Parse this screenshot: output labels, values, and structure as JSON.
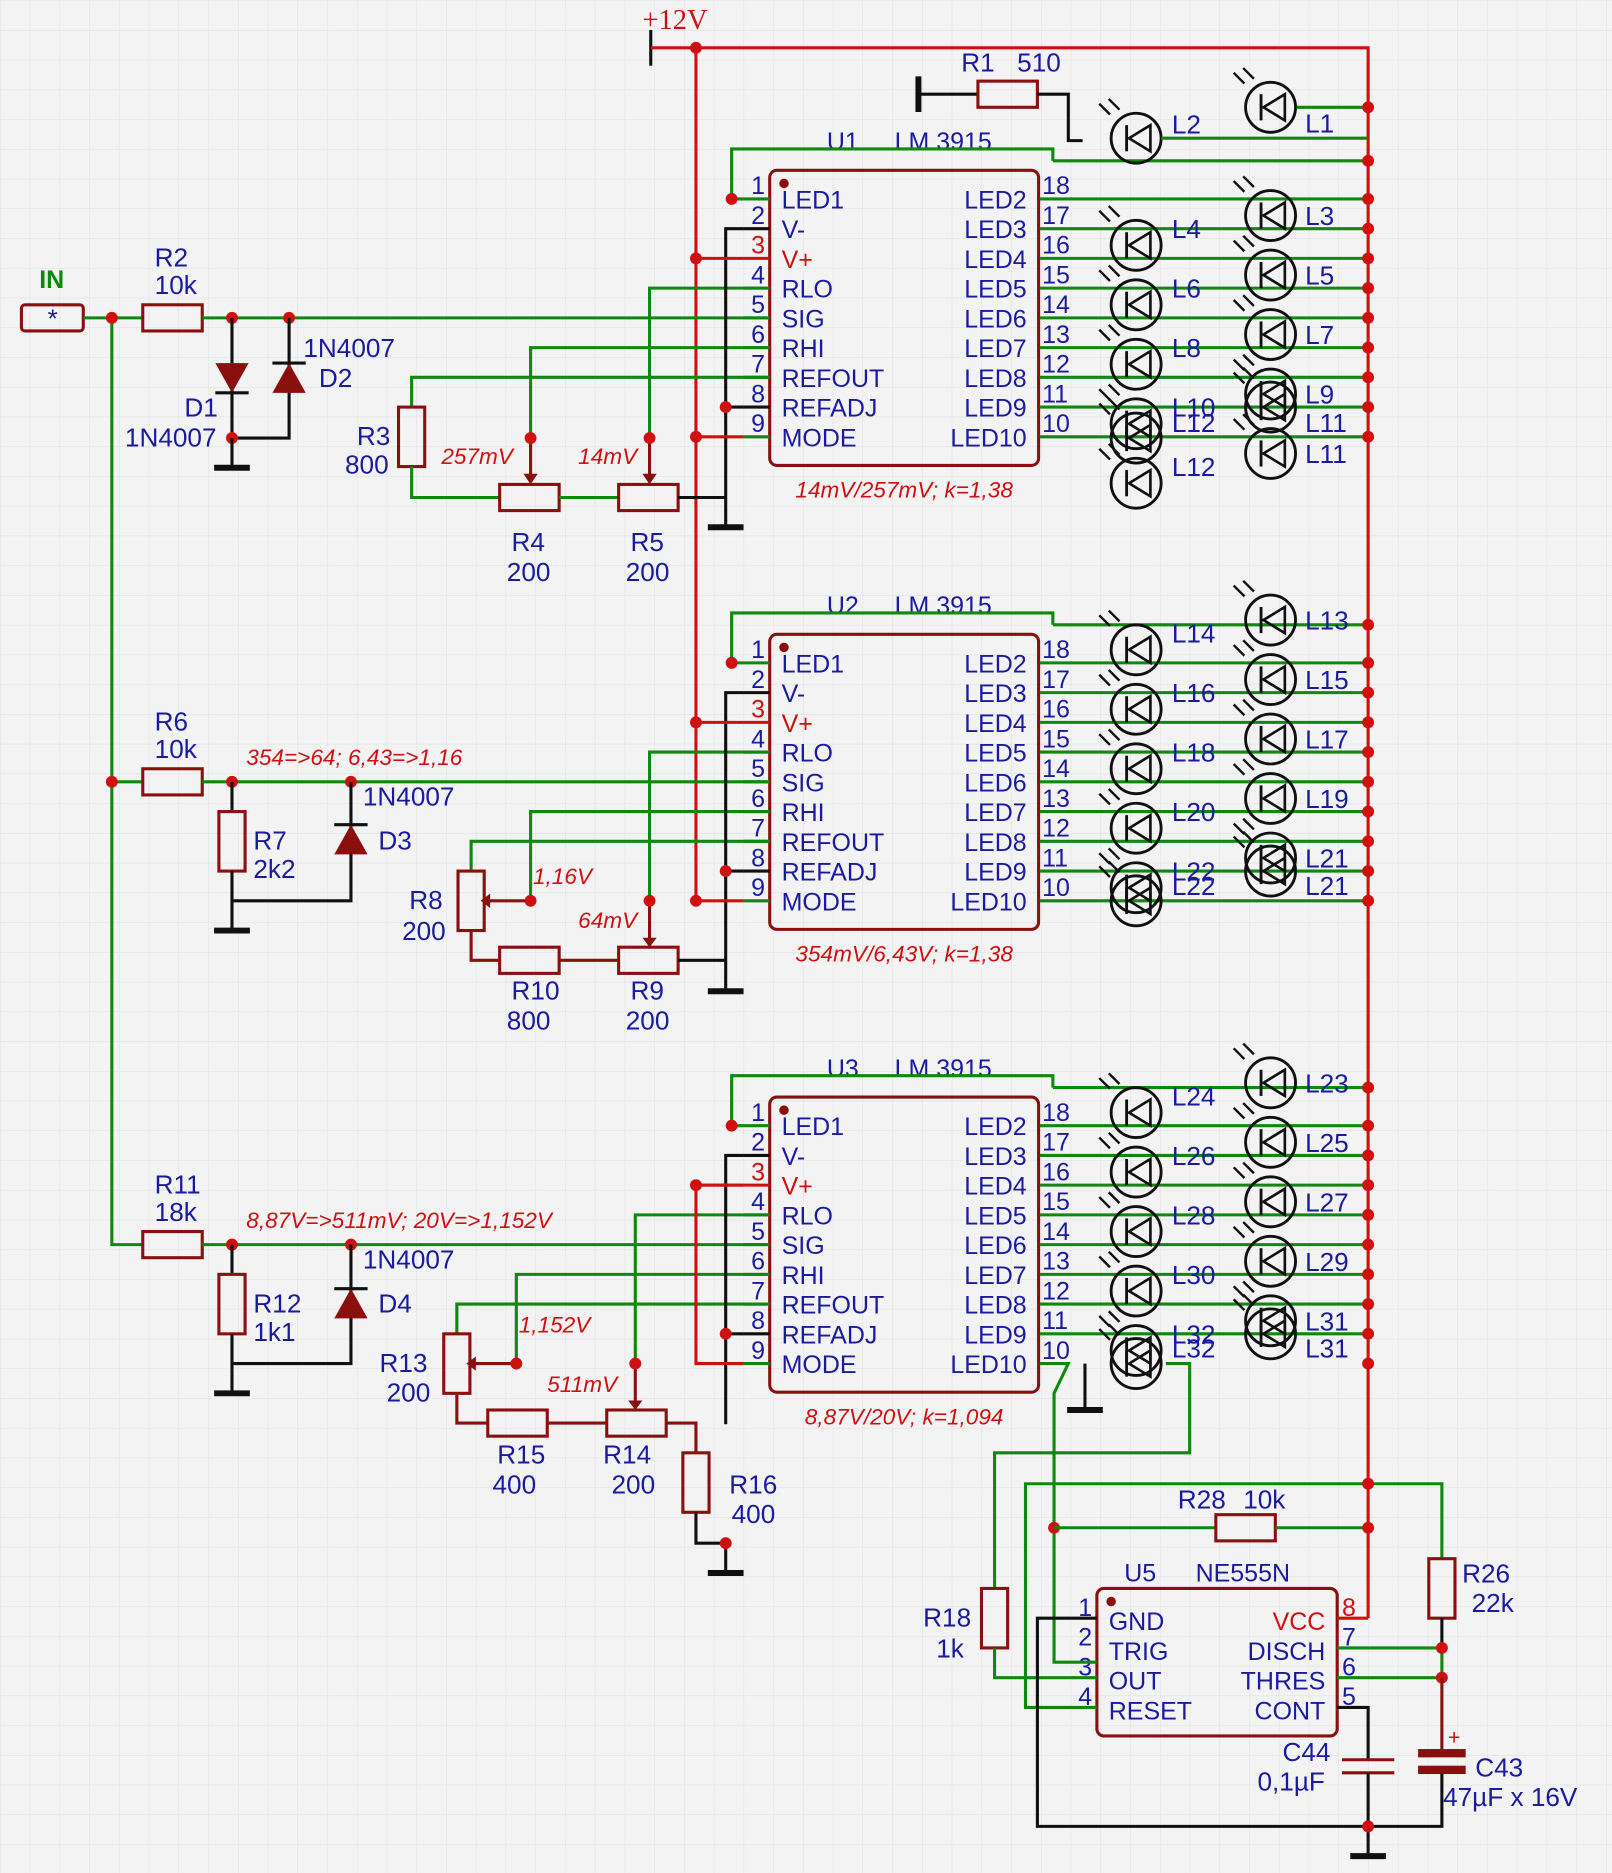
{
  "supply": "+12V",
  "input": {
    "label": "IN",
    "symbol": "*"
  },
  "chips": [
    {
      "ref": "U1",
      "type": "LM 3915",
      "note": "14mV/257mV; k=1,38"
    },
    {
      "ref": "U2",
      "type": "LM 3915",
      "note": "354mV/6,43V; k=1,38"
    },
    {
      "ref": "U3",
      "type": "LM 3915",
      "note": "8,87V/20V; k=1,094"
    }
  ],
  "lm_left_pins": [
    {
      "n": "1",
      "name": "LED1"
    },
    {
      "n": "2",
      "name": "V-"
    },
    {
      "n": "3",
      "name": "V+"
    },
    {
      "n": "4",
      "name": "RLO"
    },
    {
      "n": "5",
      "name": "SIG"
    },
    {
      "n": "6",
      "name": "RHI"
    },
    {
      "n": "7",
      "name": "REFOUT"
    },
    {
      "n": "8",
      "name": "REFADJ"
    },
    {
      "n": "9",
      "name": "MODE"
    }
  ],
  "lm_right_pins": [
    {
      "n": "18",
      "name": "LED2"
    },
    {
      "n": "17",
      "name": "LED3"
    },
    {
      "n": "16",
      "name": "LED4"
    },
    {
      "n": "15",
      "name": "LED5"
    },
    {
      "n": "14",
      "name": "LED6"
    },
    {
      "n": "13",
      "name": "LED7"
    },
    {
      "n": "12",
      "name": "LED8"
    },
    {
      "n": "11",
      "name": "LED9"
    },
    {
      "n": "10",
      "name": "LED10"
    }
  ],
  "timer": {
    "ref": "U5",
    "type": "NE555N",
    "left": [
      {
        "n": "1",
        "name": "GND"
      },
      {
        "n": "2",
        "name": "TRIG"
      },
      {
        "n": "3",
        "name": "OUT"
      },
      {
        "n": "4",
        "name": "RESET"
      }
    ],
    "right": [
      {
        "n": "8",
        "name": "VCC"
      },
      {
        "n": "7",
        "name": "DISCH"
      },
      {
        "n": "6",
        "name": "THRES"
      },
      {
        "n": "5",
        "name": "CONT"
      }
    ]
  },
  "resistors": [
    {
      "ref": "R1",
      "value": "510"
    },
    {
      "ref": "R2",
      "value": "10k"
    },
    {
      "ref": "R3",
      "value": "800"
    },
    {
      "ref": "R4",
      "value": "200"
    },
    {
      "ref": "R5",
      "value": "200"
    },
    {
      "ref": "R6",
      "value": "10k"
    },
    {
      "ref": "R7",
      "value": "2k2"
    },
    {
      "ref": "R8",
      "value": "200"
    },
    {
      "ref": "R9",
      "value": "200"
    },
    {
      "ref": "R10",
      "value": "800"
    },
    {
      "ref": "R11",
      "value": "18k"
    },
    {
      "ref": "R12",
      "value": "1k1"
    },
    {
      "ref": "R13",
      "value": "200"
    },
    {
      "ref": "R14",
      "value": "200"
    },
    {
      "ref": "R15",
      "value": "400"
    },
    {
      "ref": "R16",
      "value": "400"
    },
    {
      "ref": "R18",
      "value": "1k"
    },
    {
      "ref": "R26",
      "value": "22k"
    },
    {
      "ref": "R28",
      "value": "10k"
    }
  ],
  "diodes": [
    {
      "ref": "D1",
      "type": "1N4007"
    },
    {
      "ref": "D2",
      "type": "1N4007"
    },
    {
      "ref": "D3",
      "type": "1N4007"
    },
    {
      "ref": "D4",
      "type": "1N4007"
    }
  ],
  "capacitors": [
    {
      "ref": "C44",
      "value": "0,1µF"
    },
    {
      "ref": "C43",
      "value": "47µF x 16V"
    }
  ],
  "voltage_notes": {
    "u1_ref_hi": "257mV",
    "u1_ref_lo": "14mV",
    "u2_div": "354=>64; 6,43=>1,16",
    "u2_ref_hi": "1,16V",
    "u2_ref_lo": "64mV",
    "u3_div": "8,87V=>511mV; 20V=>1,152V",
    "u3_ref_hi": "1,152V",
    "u3_ref_lo": "511mV"
  },
  "leds": [
    [
      "L1",
      "L2",
      "L3",
      "L4",
      "L5",
      "L6",
      "L7",
      "L8",
      "L9",
      "L10",
      "L11",
      "L12"
    ],
    [
      "L13",
      "L14",
      "L15",
      "L16",
      "L17",
      "L18",
      "L19",
      "L20",
      "L21",
      "L22"
    ],
    [
      "L23",
      "L24",
      "L25",
      "L26",
      "L27",
      "L28",
      "L29",
      "L30",
      "L31",
      "L32"
    ]
  ]
}
